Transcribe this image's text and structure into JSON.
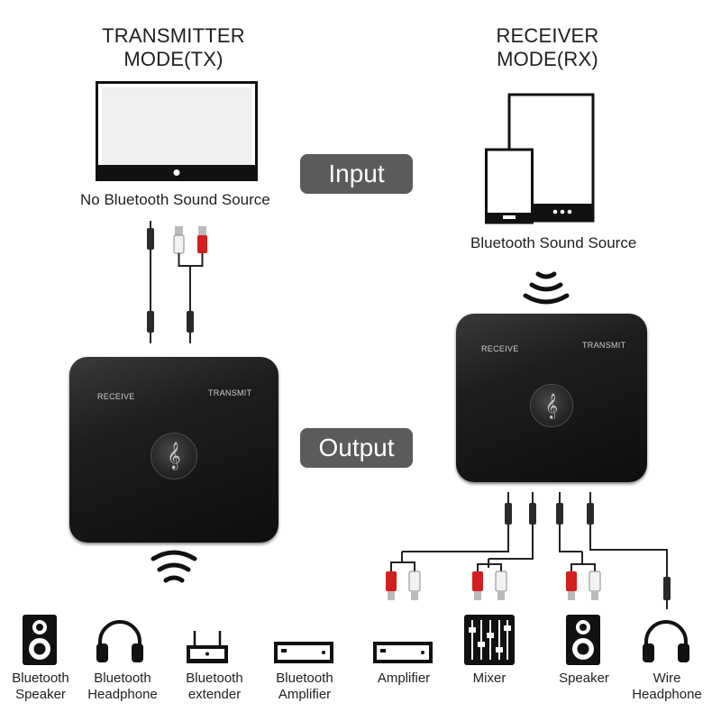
{
  "tx": {
    "title_line1": "TRANSMITTER",
    "title_line2": "MODE(TX)",
    "source_caption": "No Bluetooth Sound Source",
    "device_receive": "RECEIVE",
    "device_transmit": "TRANSMIT"
  },
  "rx": {
    "title_line1": "RECEIVER",
    "title_line2": "MODE(RX)",
    "source_caption": "Bluetooth Sound Source",
    "device_receive": "RECEIVE",
    "device_transmit": "TRANSMIT"
  },
  "center": {
    "input_label": "Input",
    "output_label": "Output"
  },
  "outputs_bluetooth": [
    {
      "line1": "Bluetooth",
      "line2": "Speaker",
      "icon": "speaker-icon"
    },
    {
      "line1": "Bluetooth",
      "line2": "Headphone",
      "icon": "headphone-icon"
    },
    {
      "line1": "Bluetooth",
      "line2": "extender",
      "icon": "extender-icon"
    },
    {
      "line1": "Bluetooth",
      "line2": "Amplifier",
      "icon": "amplifier-icon"
    }
  ],
  "outputs_wired": [
    {
      "line1": "Amplifier",
      "icon": "amplifier-icon"
    },
    {
      "line1": "Mixer",
      "icon": "mixer-icon"
    },
    {
      "line1": "Speaker",
      "icon": "speaker-icon"
    },
    {
      "line1": "Wire",
      "line2": "Headphone",
      "icon": "headphone-icon"
    }
  ],
  "colors": {
    "pill": "#5b5b5b",
    "device": "#111111",
    "rca_red": "#d21f1f",
    "rca_white": "#f0f0f0"
  }
}
